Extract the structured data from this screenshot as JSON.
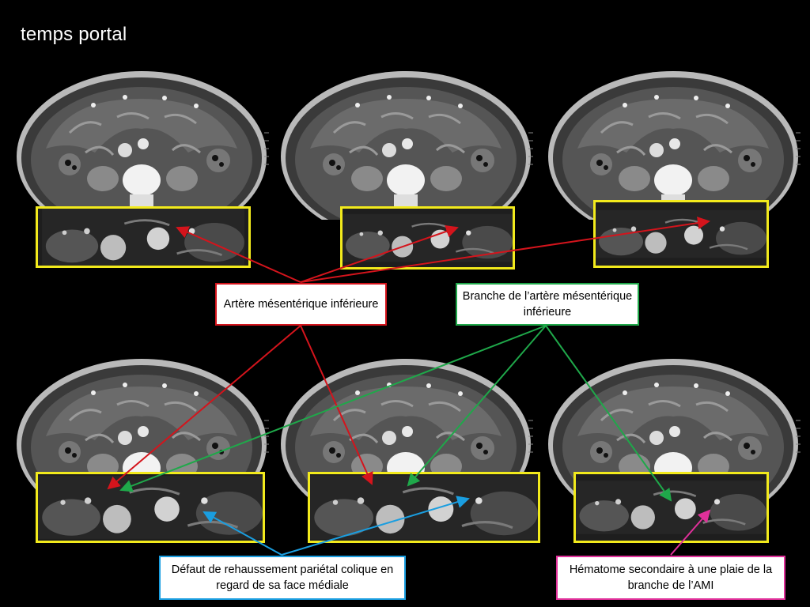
{
  "title": "temps portal",
  "labels": {
    "ima": "Artère mésentérique inférieure",
    "branch": "Branche de l’artère mésentérique inférieure",
    "defect": "Défaut de rehaussement pariétal colique en regard de sa face médiale",
    "hematoma": "Hématome secondaire à une plaie de la branche de l’AMI"
  },
  "colors": {
    "zoom_border": "#f2ea1c",
    "ima": "#d4141c",
    "branch": "#1fa84a",
    "defect": "#1a9ee0",
    "hematoma": "#e0309a"
  }
}
